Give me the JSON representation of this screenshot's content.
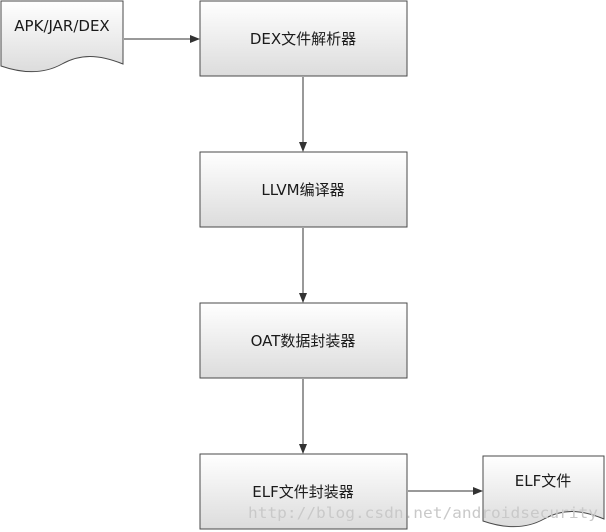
{
  "diagram": {
    "input_doc": "APK/JAR/DEX",
    "dex_parser": "DEX文件解析器",
    "llvm_compiler": "LLVM编译器",
    "oat_packager": "OAT数据封装器",
    "elf_packager": "ELF文件封装器",
    "output_doc": "ELF文件"
  },
  "watermark": "http://blog.csdn.net/androidsecurity",
  "colors": {
    "box_top": "#ffffff",
    "box_bottom": "#dcdcdc",
    "border": "#4a4a4a",
    "arrow": "#333333"
  }
}
